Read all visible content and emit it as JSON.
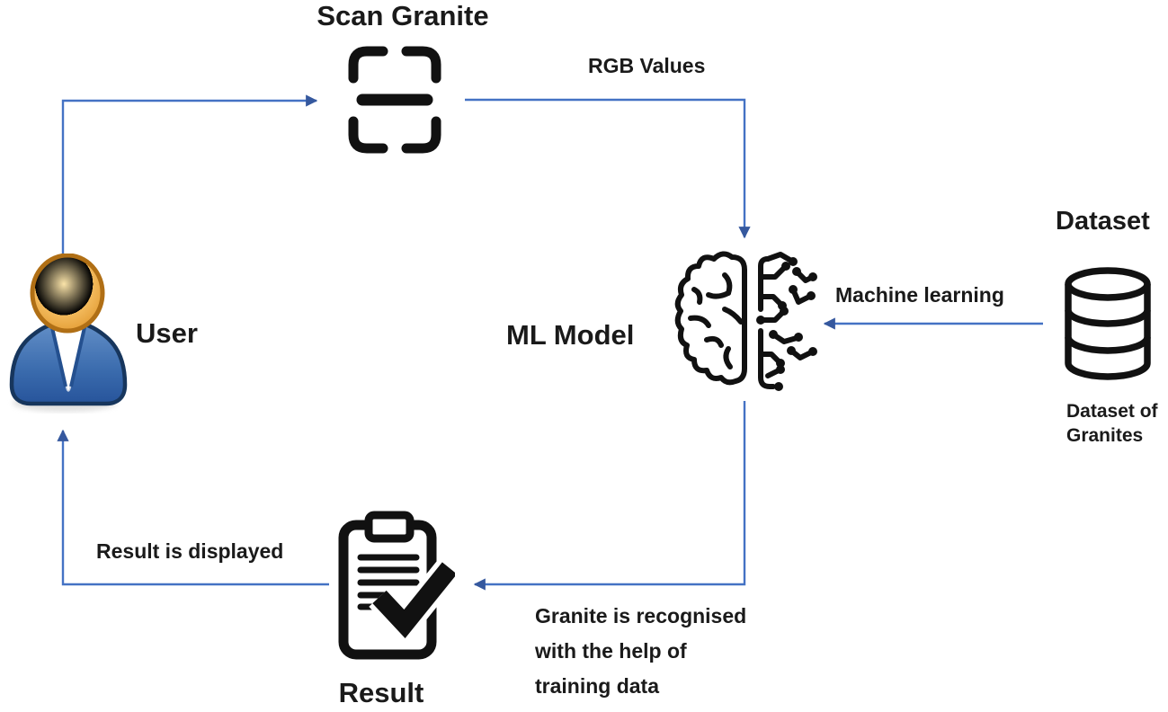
{
  "diagram": {
    "nodes": {
      "scan": {
        "label": "Scan Granite"
      },
      "ml_model": {
        "label": "ML Model"
      },
      "dataset": {
        "title": "Dataset",
        "caption": [
          "Dataset of",
          "Granites"
        ]
      },
      "user": {
        "label": "User"
      },
      "result": {
        "label": "Result"
      }
    },
    "edges": {
      "rgb_values": {
        "label": "RGB Values"
      },
      "machine_learning": {
        "label": "Machine learning"
      },
      "result_displayed": {
        "label": "Result is displayed"
      },
      "granite_recognised": {
        "lines": [
          "Granite is recognised",
          "with the help of",
          "training data"
        ]
      }
    },
    "colors": {
      "arrow": "#4472C4",
      "arrowhead": "#35589E",
      "text": "#1A1A1A",
      "icon_stroke": "#111111",
      "user_head": "#EFAF49",
      "user_body": "#3A6BAD"
    }
  }
}
